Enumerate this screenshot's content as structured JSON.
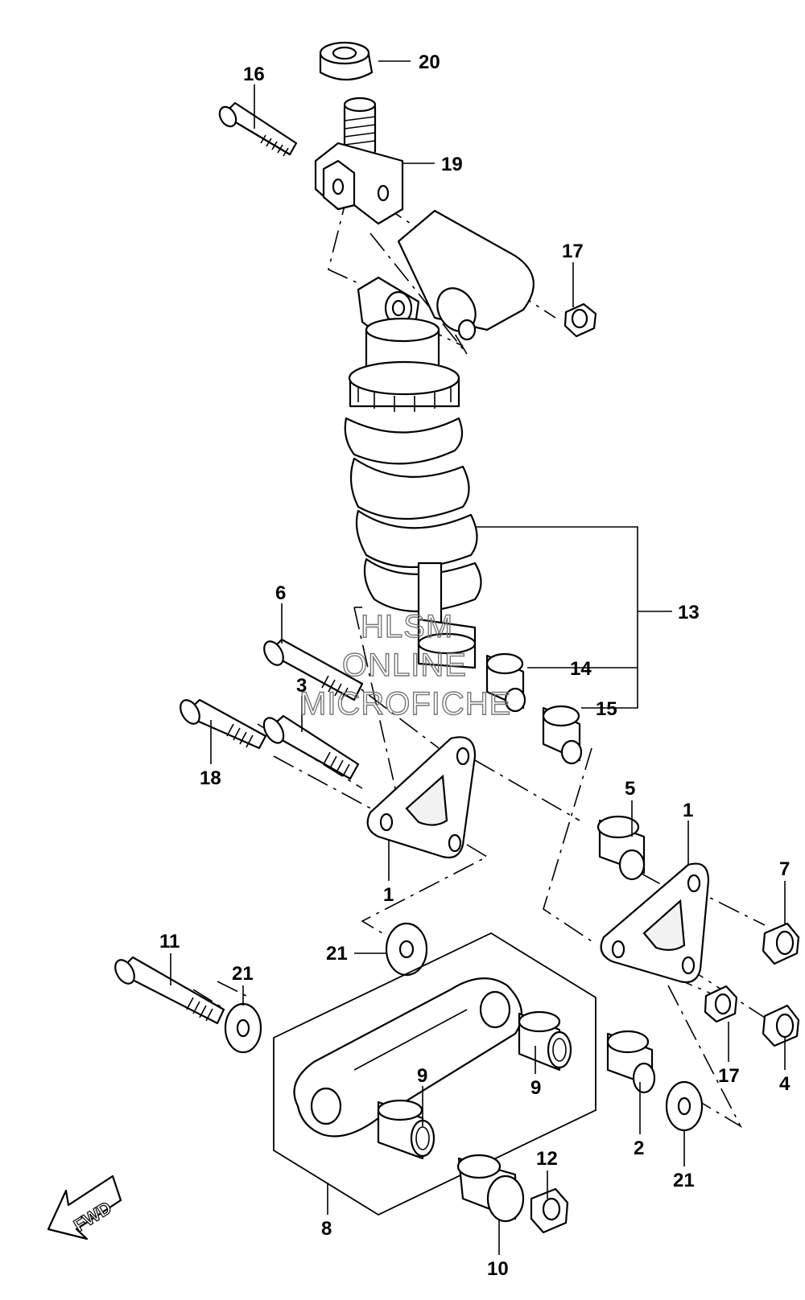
{
  "callouts": {
    "c1a": "1",
    "c1b": "1",
    "c2": "2",
    "c3": "3",
    "c4": "4",
    "c5": "5",
    "c6": "6",
    "c7": "7",
    "c8": "8",
    "c9a": "9",
    "c9b": "9",
    "c10": "10",
    "c11": "11",
    "c12": "12",
    "c13": "13",
    "c14": "14",
    "c15": "15",
    "c16": "16",
    "c17a": "17",
    "c17b": "17",
    "c18": "18",
    "c19": "19",
    "c20": "20",
    "c21a": "21",
    "c21b": "21",
    "c21c": "21"
  },
  "watermark": {
    "line1": "HLSM",
    "line2": "ONLINE",
    "line3": "MICROFICHE"
  },
  "fwd_label": "FWD"
}
